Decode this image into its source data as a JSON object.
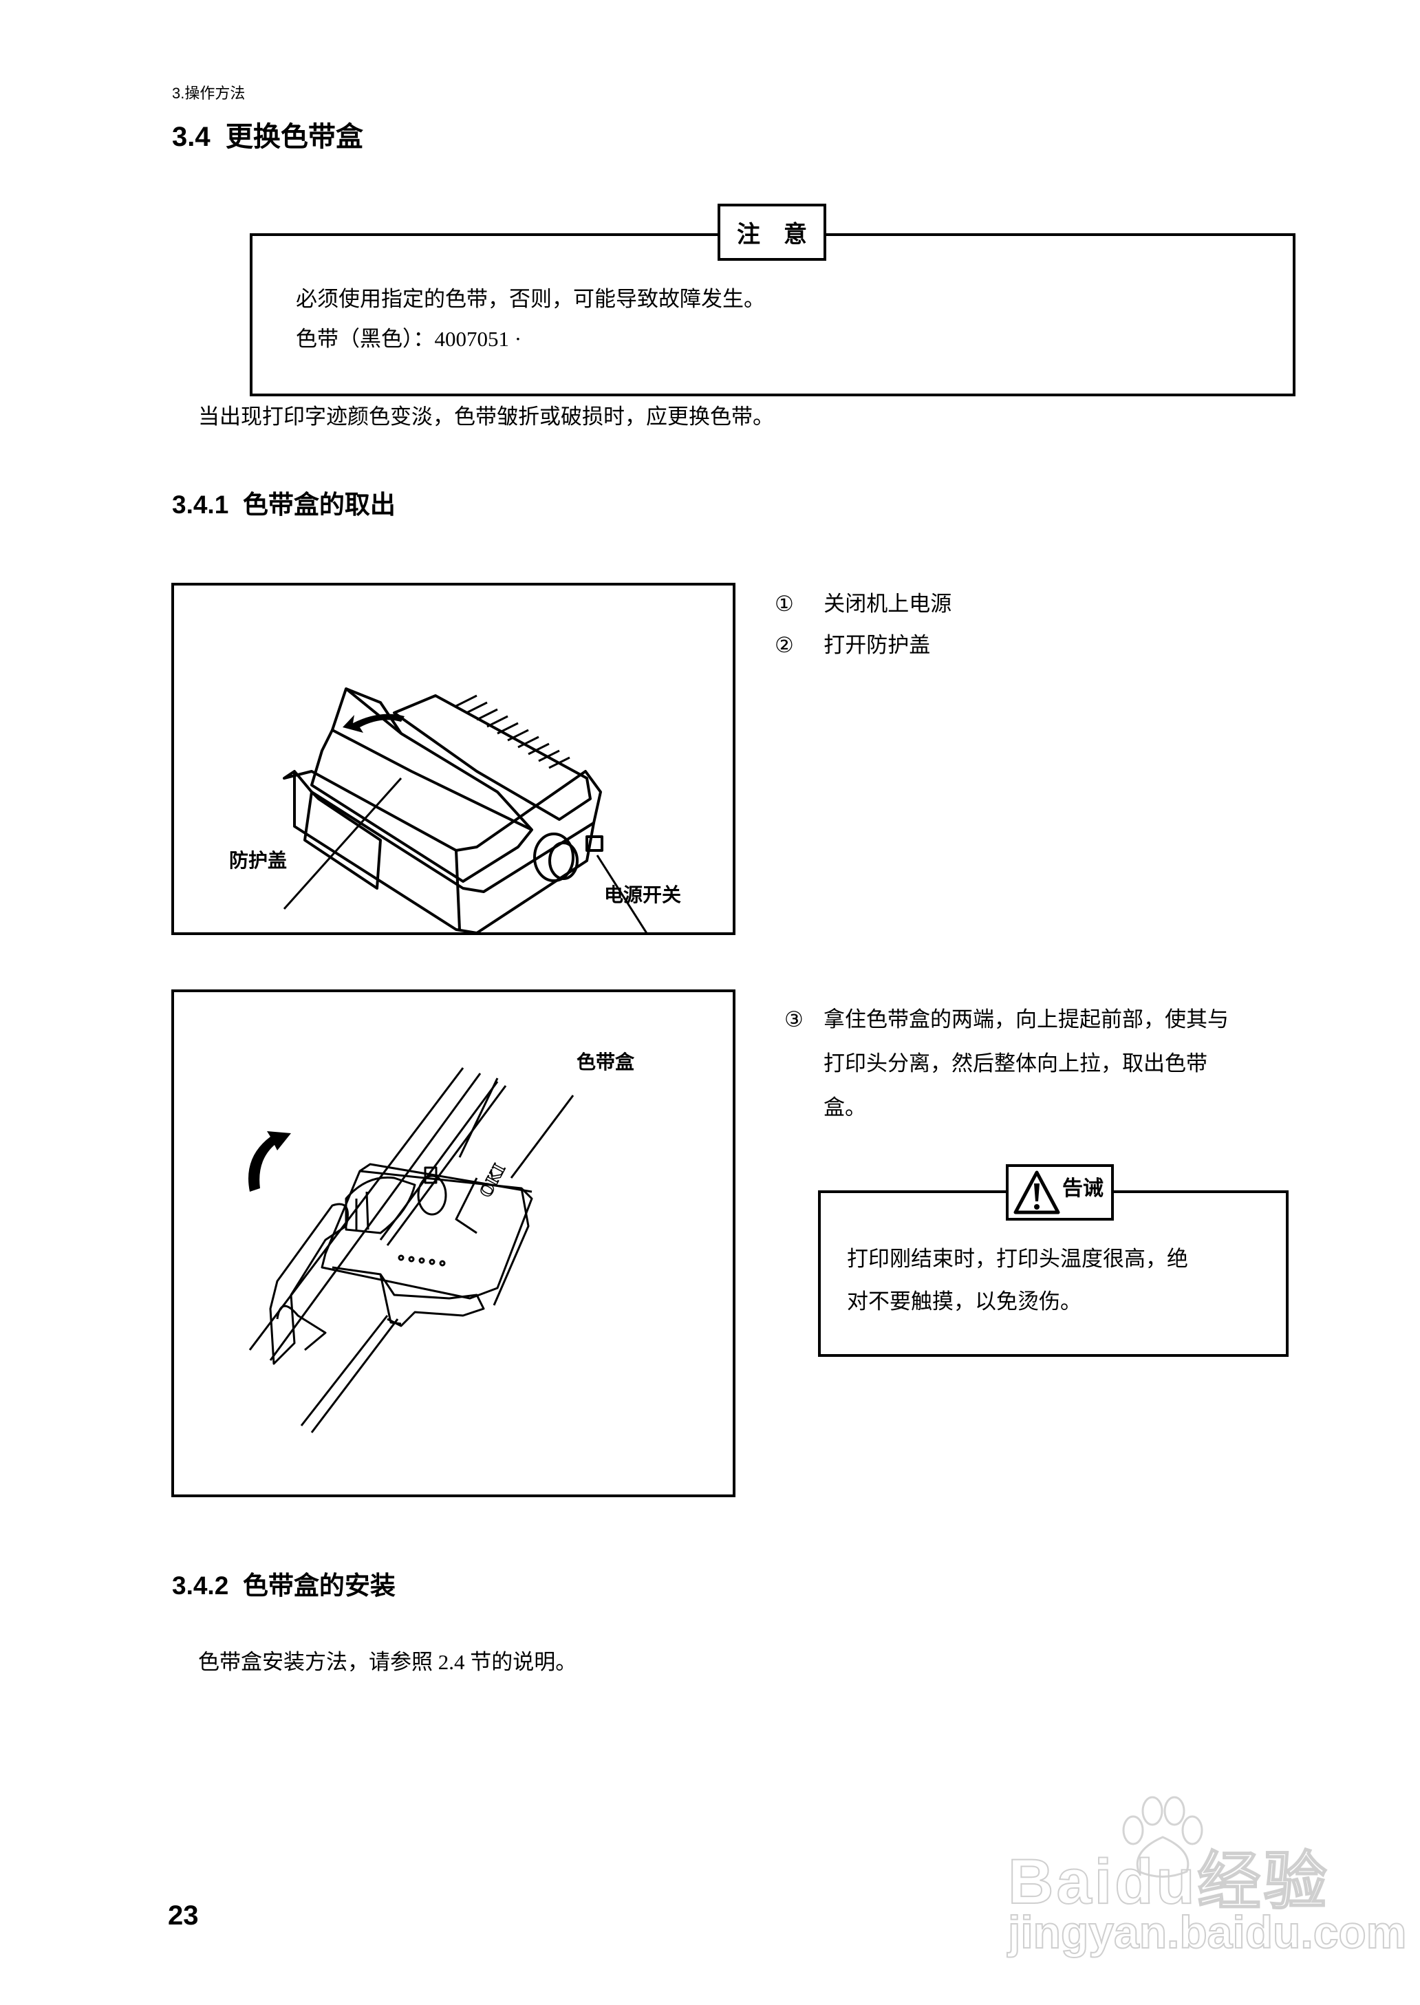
{
  "header": {
    "running_head": "3.操作方法",
    "section_title": "3.4  更换色带盒"
  },
  "caution": {
    "label": "注　意",
    "lines": [
      "必须使用指定的色带，否则，可能导致故障发生。",
      "色带（黑色）：4007051 ·"
    ]
  },
  "intro_paragraph": "当出现打印字迹颜色变淡，色带皱折或破损时，应更换色带。",
  "section_341": {
    "title": "3.4.1  色带盒的取出",
    "figure1": {
      "label_cover": "防护盖",
      "label_power_switch": "电源开关"
    },
    "steps": [
      {
        "num": "①",
        "text": "关闭机上电源"
      },
      {
        "num": "②",
        "text": "打开防护盖"
      }
    ],
    "figure2": {
      "label_cartridge": "色带盒",
      "brand_mark": "OKI"
    },
    "step3": {
      "num": "③",
      "lines": [
        "拿住色带盒的两端，向上提起前部，使其与",
        "打印头分离，然后整体向上拉，取出色带",
        "盒。"
      ]
    },
    "warning": {
      "label": "告诫",
      "icon": "warning-triangle-icon",
      "lines": [
        "打印刚结束时，打印头温度很高，绝",
        "对不要触摸，以免烫伤。"
      ]
    }
  },
  "section_342": {
    "title": "3.4.2  色带盒的安装",
    "paragraph": "色带盒安装方法，请参照 2.4 节的说明。"
  },
  "page_number": "23",
  "watermark": {
    "brand": "Baidu经验",
    "url": "jingyan.baidu.com"
  }
}
